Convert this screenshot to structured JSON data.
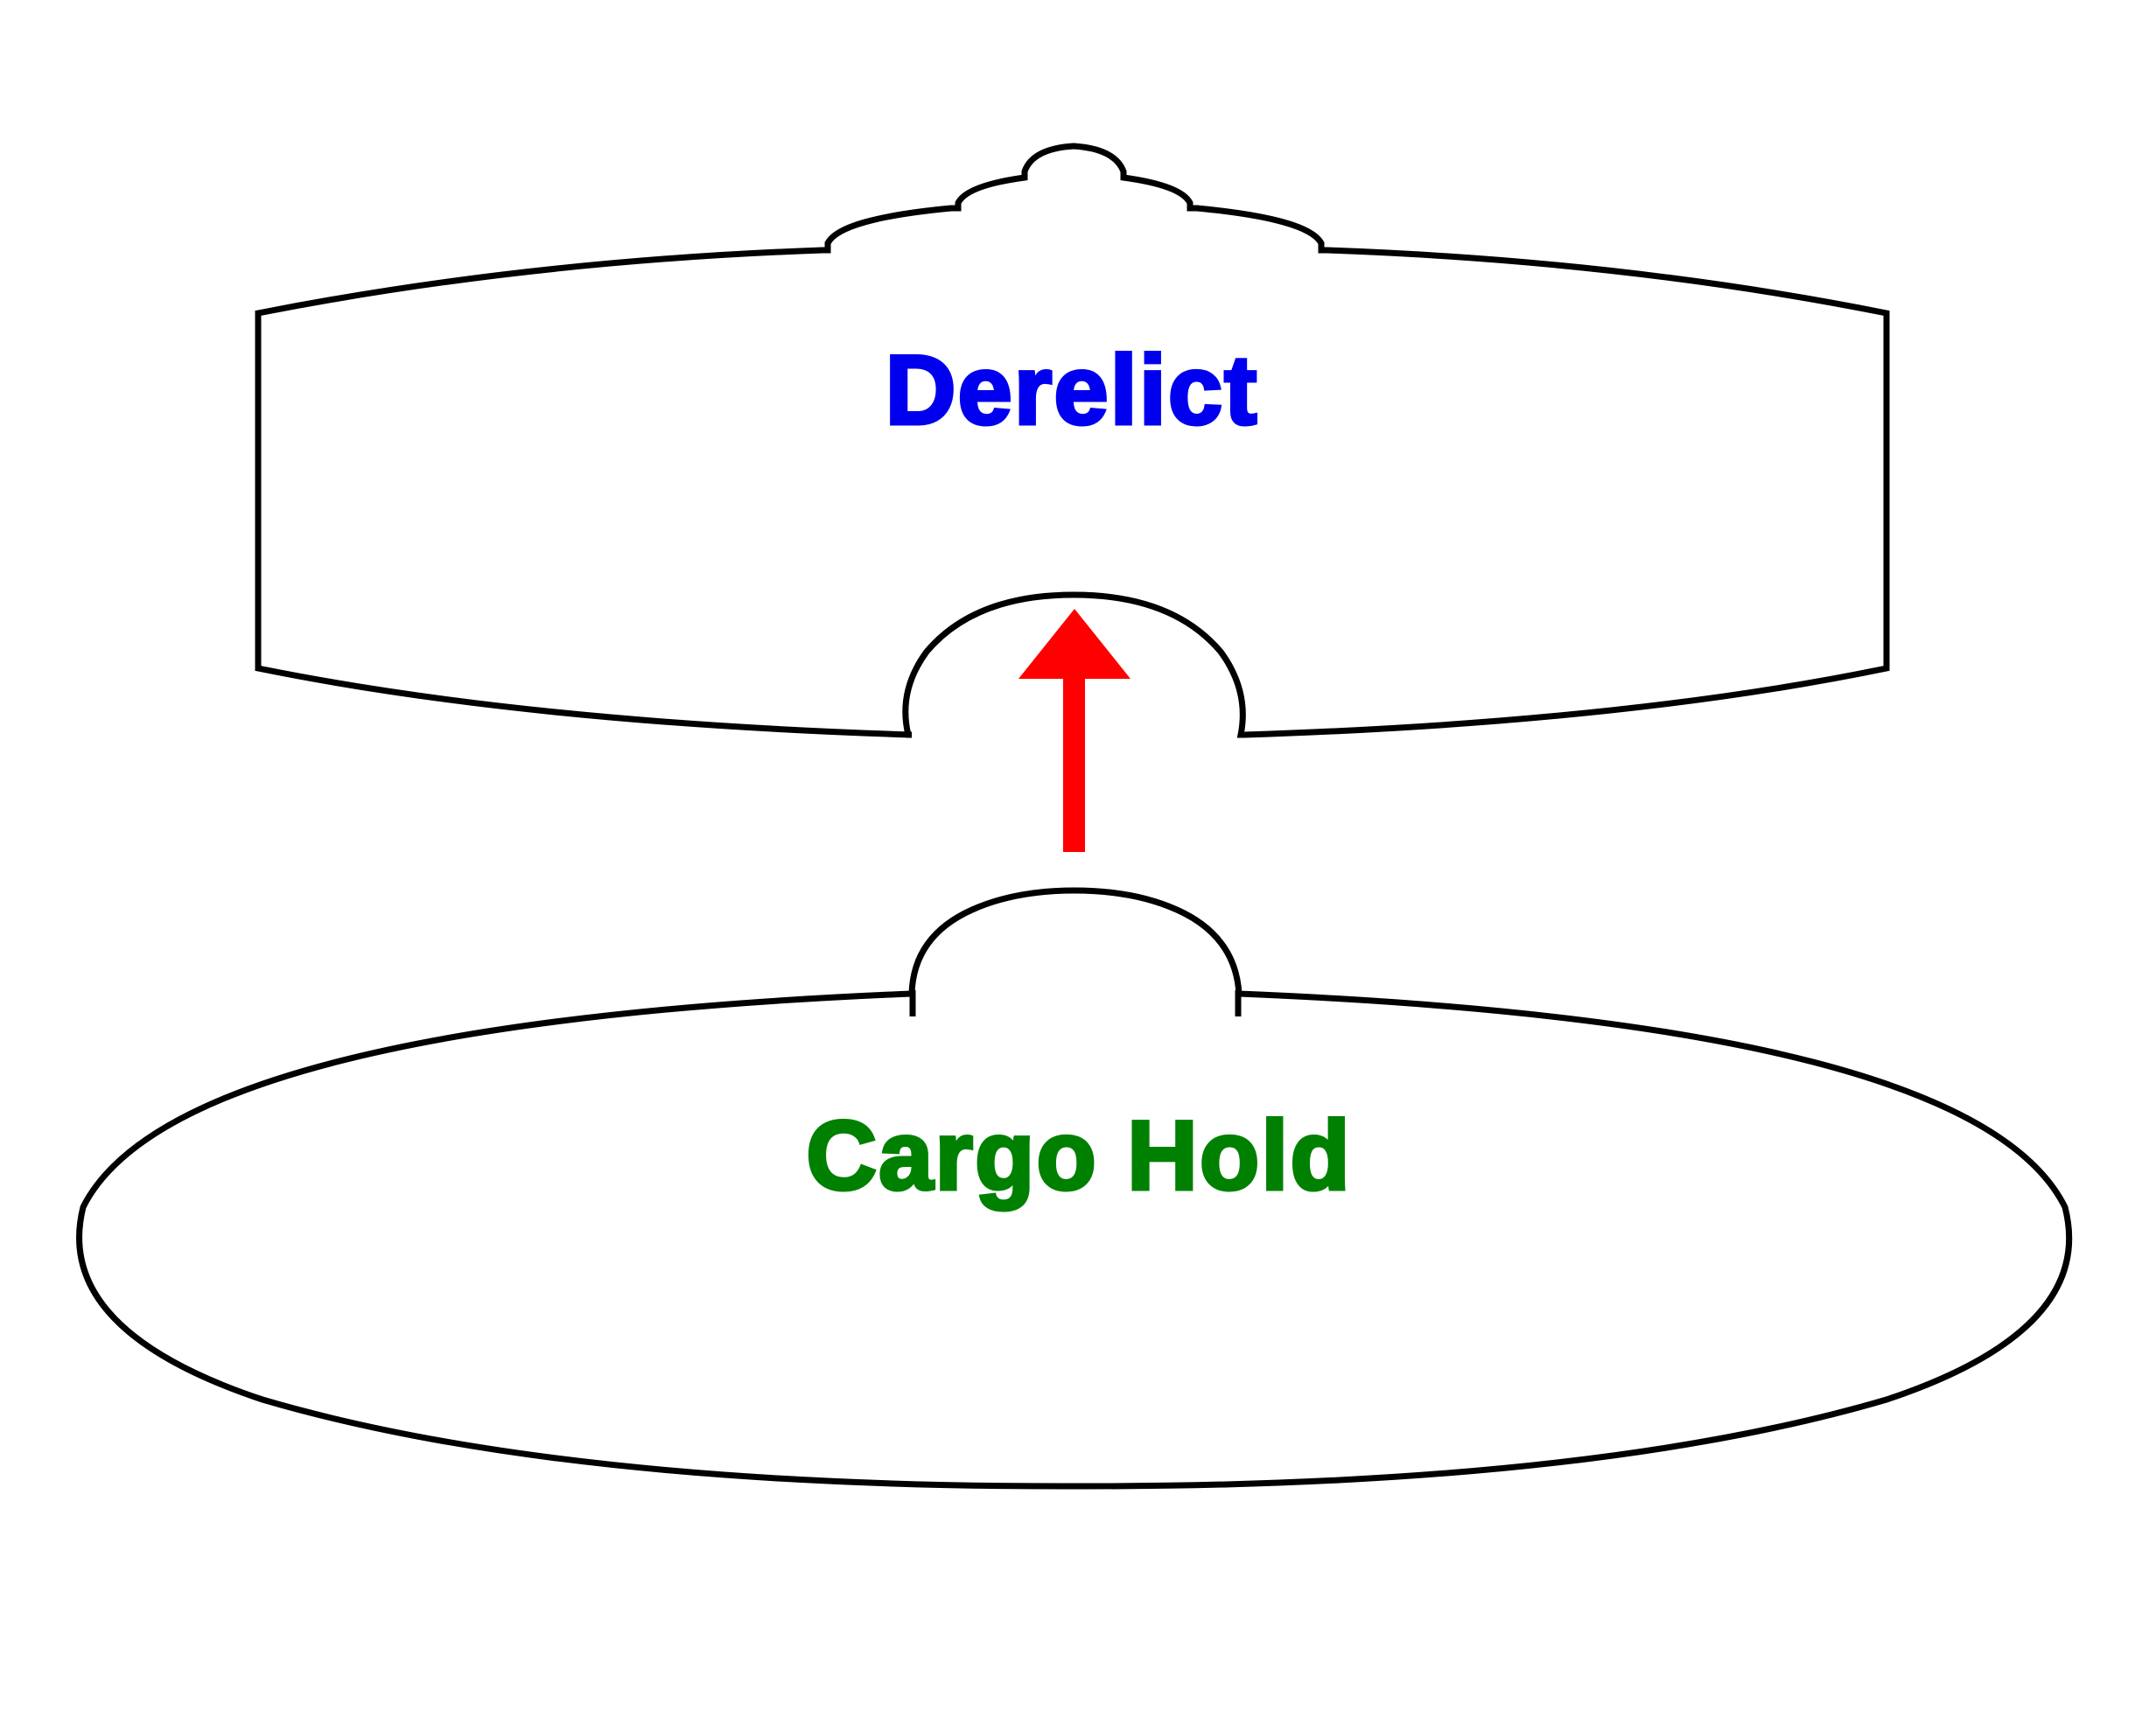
{
  "diagram": {
    "rooms": [
      {
        "id": "derelict",
        "label": "Derelict",
        "color": "#0000ee",
        "shape": "ship-hull"
      },
      {
        "id": "cargo_hold",
        "label": "Cargo Hold",
        "color": "#008000",
        "shape": "ellipse"
      }
    ],
    "connections": [
      {
        "from": "cargo_hold",
        "to": "derelict",
        "direction": "up",
        "color": "#ff0000"
      }
    ]
  }
}
